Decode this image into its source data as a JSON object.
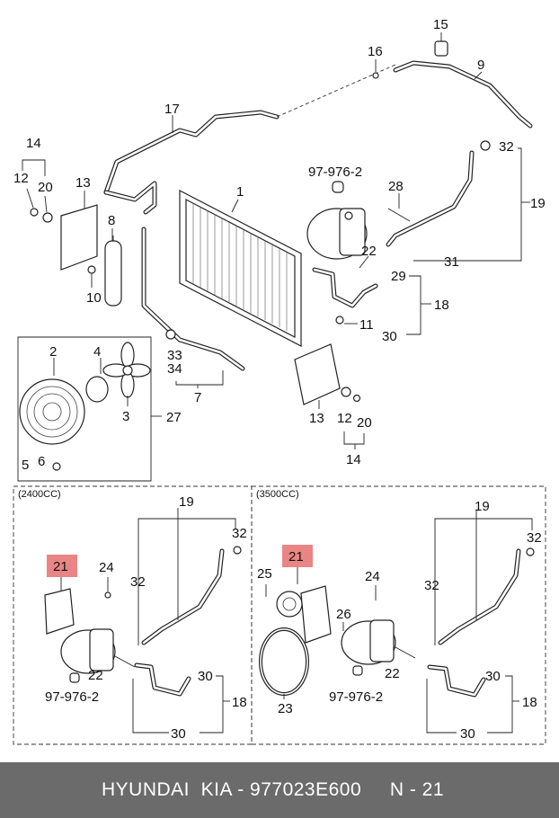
{
  "callouts": {
    "c1": "1",
    "c2": "2",
    "c3": "3",
    "c4": "4",
    "c5": "5",
    "c6": "6",
    "c7": "7",
    "c8": "8",
    "c9": "9",
    "c10": "10",
    "c11": "11",
    "c12a": "12",
    "c12b": "12",
    "c13a": "13",
    "c13b": "13",
    "c14a": "14",
    "c14b": "14",
    "c15": "15",
    "c16": "16",
    "c17": "17",
    "c18": "18",
    "c19": "19",
    "c20a": "20",
    "c20b": "20",
    "c22": "22",
    "c27": "27",
    "c28": "28",
    "c29": "29",
    "c30": "30",
    "c31": "31",
    "c32": "32",
    "c33": "33",
    "c34": "34",
    "ref_top": "97-976-2"
  },
  "sections": {
    "left": {
      "title": "(2400CC)",
      "callouts": {
        "c18": "18",
        "c19": "19",
        "c21": "21",
        "c22": "22",
        "c24": "24",
        "c30a": "30",
        "c30b": "30",
        "c32a": "32",
        "c32b": "32",
        "ref": "97-976-2"
      }
    },
    "right": {
      "title": "(3500CC)",
      "callouts": {
        "c18": "18",
        "c19": "19",
        "c21": "21",
        "c22": "22",
        "c23": "23",
        "c24": "24",
        "c25": "25",
        "c26": "26",
        "c30a": "30",
        "c30b": "30",
        "c32a": "32",
        "c32b": "32",
        "ref": "97-976-2"
      }
    }
  },
  "highlight_color": "#e98585",
  "footer": {
    "text": "HYUNDAI  KIA - 977023E600     N - 21"
  }
}
